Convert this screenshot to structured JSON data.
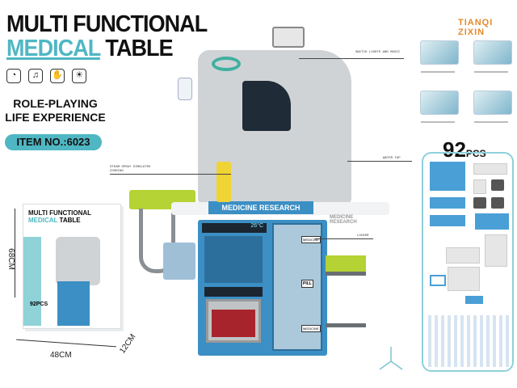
{
  "title": {
    "line1": "MULTI FUNCTIONAL",
    "line2_accent": "MEDICAL",
    "line2_rest": "TABLE"
  },
  "features": [
    {
      "icon": "speech-icon"
    },
    {
      "icon": "music-note-icon"
    },
    {
      "icon": "hand-icon"
    },
    {
      "icon": "light-icon"
    }
  ],
  "subtitle": [
    "ROLE-PLAYING",
    "LIFE EXPERIENCE"
  ],
  "item_no": "ITEM NO.:6023",
  "brand": "TIANQI ZIXIN",
  "annotations": {
    "switch": "SWITCH LIGHTS AND MUSIC",
    "steam": "STEAM SPRAY SIMULATED COOKING",
    "tap": "WATER TAP",
    "locker": "LOCKER"
  },
  "toy": {
    "sign_main": "MEDICINE RESEARCH",
    "sign_side": "MEDICINE RESEARCH",
    "display": "26°C",
    "labels": [
      "MEDICINE",
      "PILL",
      "MEDICINE"
    ]
  },
  "box": {
    "title1": "MULTI FUNCTIONAL",
    "title2_accent": "MEDICAL",
    "title2_rest": "TABLE",
    "pcs": "92PCS",
    "height": "68CM",
    "width": "48CM",
    "depth": "12CM"
  },
  "pieces": {
    "count": "92",
    "unit": "PCS"
  },
  "colors": {
    "accent": "#4fb7c3",
    "blue": "#3b8fc4",
    "lime": "#b5d334"
  }
}
